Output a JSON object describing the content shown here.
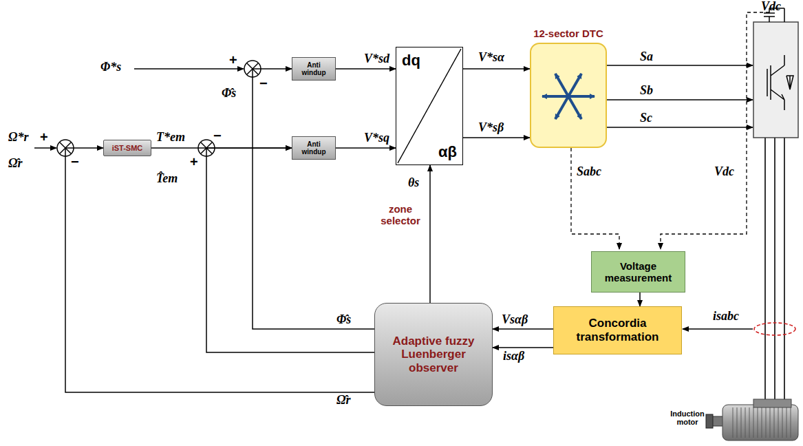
{
  "diagram": {
    "nodes": [
      {
        "text": [
          "iST-SMC"
        ]
      },
      {
        "text": [
          "Anti windup"
        ]
      },
      {
        "text": [
          "Anti windup"
        ]
      },
      {
        "text": [
          "dq",
          "αβ"
        ]
      },
      {
        "text": [
          "12-sector DTC"
        ]
      },
      {
        "text": [
          "Voltage measurement"
        ]
      },
      {
        "text": [
          "Concordia transformation"
        ]
      },
      {
        "text": [
          "Adaptive fuzzy Luenberger observer"
        ]
      }
    ],
    "edges": [
      {
        "from": 0,
        "to": 2,
        "arrow": "to",
        "label": "T*em"
      },
      {
        "from": 1,
        "to": 3,
        "arrow": "to",
        "label": "V*sd"
      },
      {
        "from": 2,
        "to": 3,
        "arrow": "to",
        "label": "V*sq"
      },
      {
        "from": 3,
        "to": 4,
        "arrow": "to",
        "label": "V*sα"
      },
      {
        "from": 3,
        "to": 4,
        "arrow": "to",
        "label": "V*sβ"
      },
      {
        "from": 5,
        "to": 6,
        "arrow": "to"
      },
      {
        "from": 6,
        "to": 7,
        "arrow": "to",
        "label": "Vsαβ"
      },
      {
        "from": 6,
        "to": 7,
        "arrow": "to",
        "label": "isαβ"
      },
      {
        "from": 7,
        "to": 3,
        "arrow": "to",
        "label": "θs"
      },
      {
        "from": 7,
        "to": 1,
        "arrow": "to",
        "label": "Φ̂s"
      },
      {
        "from": 7,
        "to": 2,
        "arrow": "to",
        "label": "T̂em"
      },
      {
        "from": 7,
        "to": 0,
        "arrow": "to",
        "label": "Ω̂r"
      }
    ],
    "labels": [
      "Φ*s",
      "+",
      "−",
      "Φ̂s",
      "Ω*r",
      "+",
      "−",
      "Ω̂r",
      "+",
      "−",
      "Vdc",
      "Sa",
      "Sb",
      "Sc",
      "Sabc",
      "Vdc",
      "isabc",
      "zone selector",
      "Induction motor"
    ]
  }
}
